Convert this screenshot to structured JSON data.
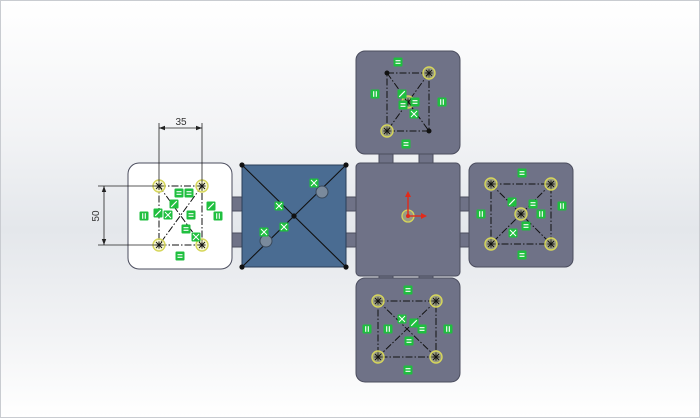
{
  "viewport": {
    "background": "#eceef1",
    "border_color": "#c9ccd1"
  },
  "dimensions": {
    "horizontal_value": "35",
    "vertical_value": "50"
  },
  "colors": {
    "face_gray": "#6f7287",
    "face_gray_stroke": "#4b4d5e",
    "face_selected": "#4a6c92",
    "face_white": "#ffffff",
    "constraint_green": "#1fbf3f",
    "point_highlight": "#e8e87a",
    "origin_red": "#e22a1a",
    "sketch_line": "#111111",
    "dimension_line": "#222222"
  },
  "faces": [
    {
      "id": "face-top",
      "style": "gray"
    },
    {
      "id": "face-left-sketch",
      "style": "white"
    },
    {
      "id": "face-mid-left",
      "style": "selected"
    },
    {
      "id": "face-center",
      "style": "gray"
    },
    {
      "id": "face-right",
      "style": "gray"
    },
    {
      "id": "face-bottom",
      "style": "gray"
    }
  ],
  "icons": {
    "origin": "origin-triad-icon",
    "constraint_equal": "equal-constraint-icon",
    "constraint_parallel": "parallel-constraint-icon",
    "constraint_midpoint": "midpoint-constraint-icon",
    "constraint_coincident": "coincident-constraint-icon",
    "endpoint": "sketch-point-icon"
  }
}
